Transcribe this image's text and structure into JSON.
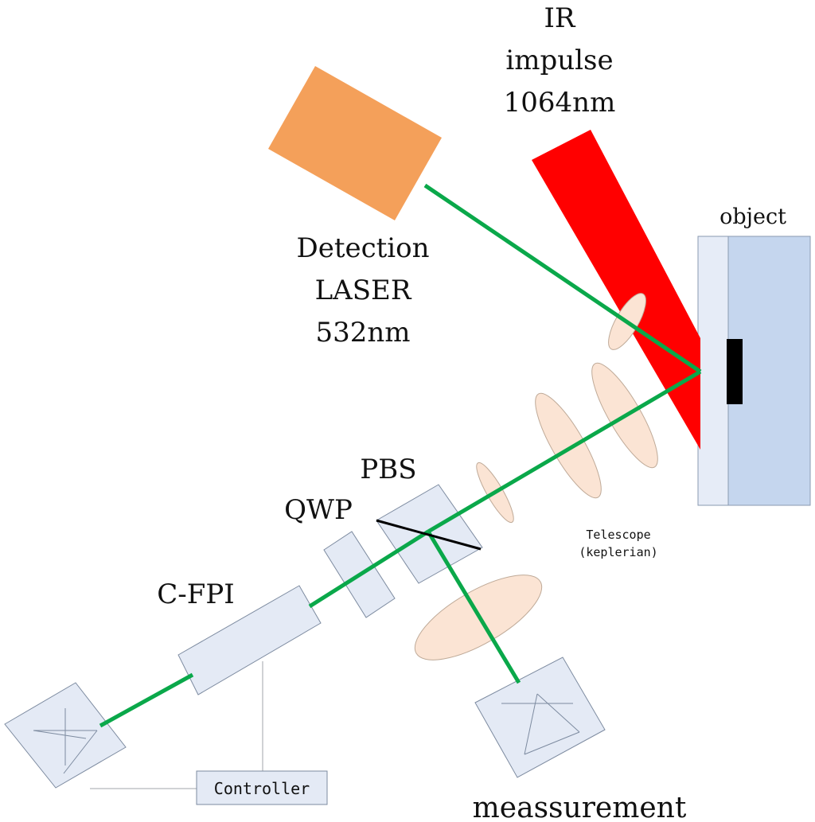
{
  "labels": {
    "ir_line1": "IR",
    "ir_line2": "impulse",
    "ir_line3": "1064nm",
    "object": "object",
    "det_line1": "Detection",
    "det_line2": "LASER",
    "det_line3": "532nm",
    "pbs": "PBS",
    "qwp": "QWP",
    "cfpi": "C-FPI",
    "telescope_line1": "Telescope",
    "telescope_line2": "(keplerian)",
    "controller": "Controller",
    "measurement": "meassurement"
  },
  "colors": {
    "beam_green": "#0aa84a",
    "ir_red": "#ff0000",
    "laser_orange": "#f4a05a",
    "component_fill": "#e4eaf5",
    "object_front": "#e6ecf7",
    "object_back": "#c5d6ee",
    "lens_fill": "#fbe4d4",
    "target_black": "#000000"
  }
}
